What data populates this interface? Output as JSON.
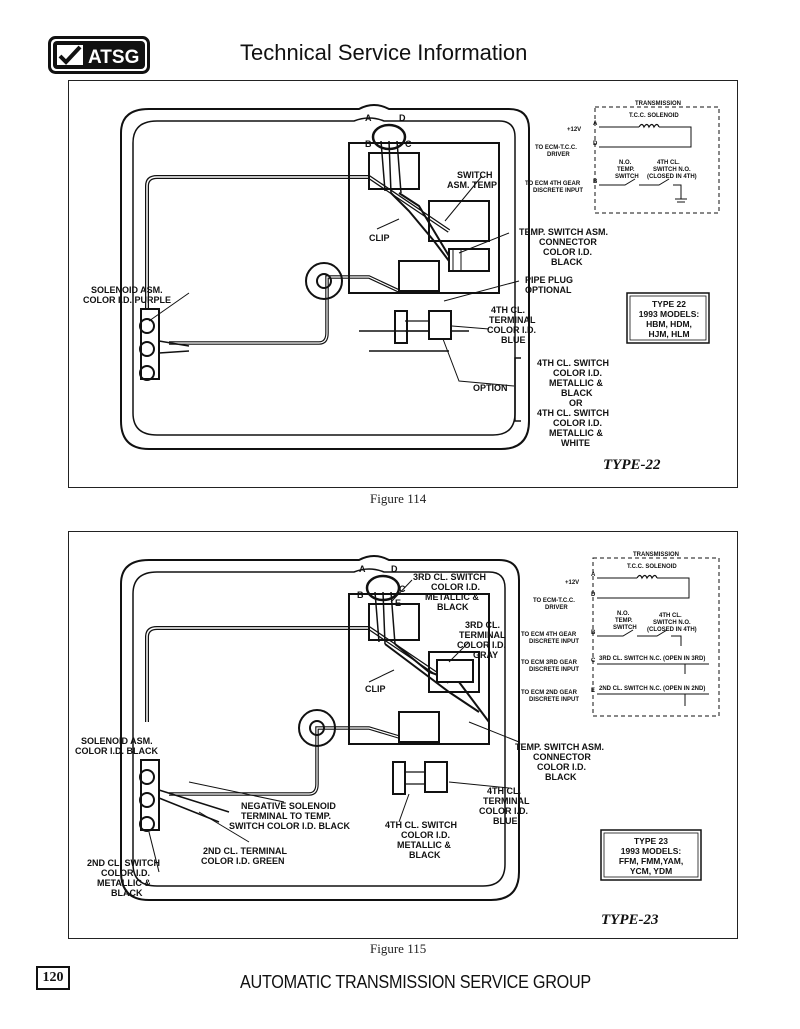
{
  "header": {
    "logo_text": "ATSG",
    "title": "Technical Service Information"
  },
  "figure1": {
    "caption": "Figure 114",
    "type_label": "TYPE-22",
    "pin_labels": [
      "A",
      "D",
      "B",
      "C"
    ],
    "labels": {
      "switch_asm_temp": [
        "SWITCH",
        "ASM. TEMP"
      ],
      "clip": "CLIP",
      "temp_switch_connector": [
        "TEMP. SWITCH ASM.",
        "CONNECTOR",
        "COLOR I.D.",
        "BLACK"
      ],
      "pipe_plug": [
        "PIPE PLUG",
        "OPTIONAL"
      ],
      "solenoid": [
        "SOLENOID ASM.",
        "COLOR I.D. PURPLE"
      ],
      "terminal_4th": [
        "4TH CL.",
        "TERMINAL",
        "COLOR I.D.",
        "BLUE"
      ],
      "option": "OPTION",
      "switch_4th_options": [
        "4TH CL. SWITCH",
        "COLOR I.D.",
        "METALLIC &",
        "BLACK",
        "OR",
        "4TH CL. SWITCH",
        "COLOR I.D.",
        "METALLIC &",
        "WHITE"
      ]
    },
    "models_box": [
      "TYPE 22",
      "1993 MODELS:",
      "HBM, HDM,",
      "HJM, HLM"
    ],
    "schematic": {
      "title": "TRANSMISSION",
      "solenoid": "T.C.C. SOLENOID",
      "plus12": "+12V",
      "pin_a": "A",
      "pin_d": "D",
      "pin_b": "B",
      "to_ecm_tcc": [
        "TO ECM-T.C.C.",
        "DRIVER"
      ],
      "no_temp": [
        "N.O.",
        "TEMP.",
        "SWITCH"
      ],
      "switch_4th": [
        "4TH CL.",
        "SWITCH N.O.",
        "(CLOSED IN 4TH)"
      ],
      "to_ecm_4th": [
        "TO ECM 4TH GEAR",
        "DISCRETE INPUT"
      ]
    }
  },
  "figure2": {
    "caption": "Figure 115",
    "type_label": "TYPE-23",
    "pin_labels": [
      "A",
      "D",
      "B",
      "C",
      "E"
    ],
    "labels": {
      "switch_3rd": [
        "3RD CL. SWITCH",
        "COLOR I.D.",
        "METALLIC &",
        "BLACK"
      ],
      "terminal_3rd": [
        "3RD CL.",
        "TERMINAL",
        "COLOR I.D.",
        "GRAY"
      ],
      "clip": "CLIP",
      "solenoid": [
        "SOLENOID ASM.",
        "COLOR I.D. BLACK"
      ],
      "temp_switch_connector": [
        "TEMP. SWITCH ASM.",
        "CONNECTOR",
        "COLOR I.D.",
        "BLACK"
      ],
      "terminal_4th": [
        "4TH CL.",
        "TERMINAL",
        "COLOR I.D.",
        "BLUE"
      ],
      "negative_solenoid": [
        "NEGATIVE SOLENOID",
        "TERMINAL TO TEMP.",
        "SWITCH COLOR I.D. BLACK"
      ],
      "switch_4th": [
        "4TH CL. SWITCH",
        "COLOR I.D.",
        "METALLIC &",
        "BLACK"
      ],
      "terminal_2nd": [
        "2ND CL. TERMINAL",
        "COLOR I.D. GREEN"
      ],
      "switch_2nd": [
        "2ND CL. SWITCH",
        "COLOR I.D.",
        "METALLIC &",
        "BLACK"
      ]
    },
    "models_box": [
      "TYPE 23",
      "1993 MODELS:",
      "FFM, FMM,YAM,",
      "YCM, YDM"
    ],
    "schematic": {
      "title": "TRANSMISSION",
      "solenoid": "T.C.C. SOLENOID",
      "plus12": "+12V",
      "pin_a": "A",
      "pin_d": "D",
      "pin_b": "B",
      "pin_c": "C",
      "pin_e": "E",
      "to_ecm_tcc": [
        "TO ECM-T.C.C.",
        "DRIVER"
      ],
      "no_temp": [
        "N.O.",
        "TEMP.",
        "SWITCH"
      ],
      "switch_4th": [
        "4TH CL.",
        "SWITCH N.O.",
        "(CLOSED IN 4TH)"
      ],
      "to_ecm_4th": [
        "TO ECM 4TH GEAR",
        "DISCRETE INPUT"
      ],
      "to_ecm_3rd": [
        "TO ECM 3RD GEAR",
        "DISCRETE INPUT"
      ],
      "switch_3rd": "3RD CL. SWITCH N.C. (OPEN IN 3RD)",
      "to_ecm_2nd": [
        "TO ECM 2ND GEAR",
        "DISCRETE INPUT"
      ],
      "switch_2nd": "2ND CL. SWITCH N.C. (OPEN IN 2ND)"
    }
  },
  "footer": {
    "page_number": "120",
    "org": "AUTOMATIC TRANSMISSION SERVICE GROUP"
  }
}
